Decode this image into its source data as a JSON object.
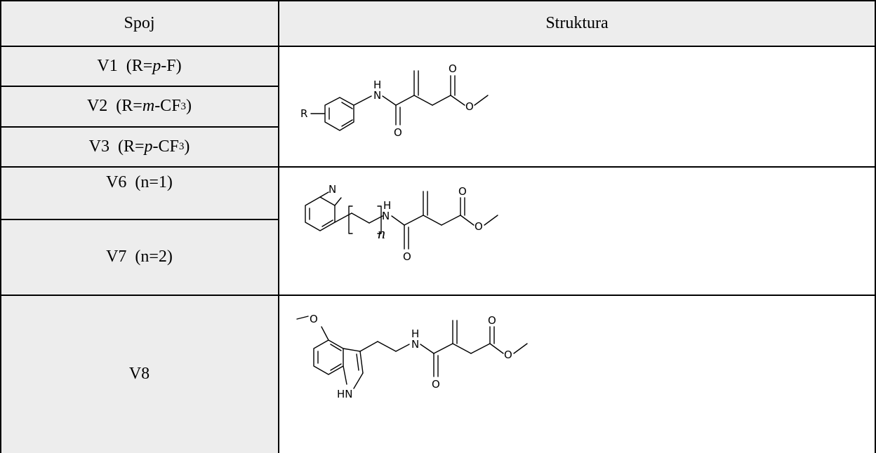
{
  "header": {
    "col1": "Spoj",
    "col2": "Struktura"
  },
  "rows": [
    {
      "id": "V1",
      "cond_pre": "(R=",
      "cond_em": "p",
      "cond_post": "-F)"
    },
    {
      "id": "V2",
      "cond_pre": "(R=",
      "cond_em": "m",
      "cond_post": "-CF",
      "cond_sub": "3",
      "cond_end": ")"
    },
    {
      "id": "V3",
      "cond_pre": "(R=",
      "cond_em": "p",
      "cond_post": "-CF",
      "cond_sub": "3",
      "cond_end": ")"
    },
    {
      "id": "V6",
      "cond": "(n=1)"
    },
    {
      "id": "V7",
      "cond": "(n=2)"
    },
    {
      "id": "V8"
    }
  ],
  "structures": {
    "s1": {
      "labels": {
        "r": "R",
        "nh_h": "H",
        "nh_n": "N",
        "o_amide": "O",
        "o_top": "O",
        "o_ester": "O"
      }
    },
    "s2": {
      "labels": {
        "n_ring": "N",
        "nh_h": "H",
        "nh_n": "N",
        "n_index": "n",
        "o_amide": "O",
        "o_top": "O",
        "o_ester": "O"
      }
    },
    "s3": {
      "labels": {
        "o_methoxy": "O",
        "nh_h": "H",
        "nh_n": "N",
        "hn_ring": "HN",
        "o_amide": "O",
        "o_top": "O",
        "o_ester": "O"
      }
    }
  }
}
